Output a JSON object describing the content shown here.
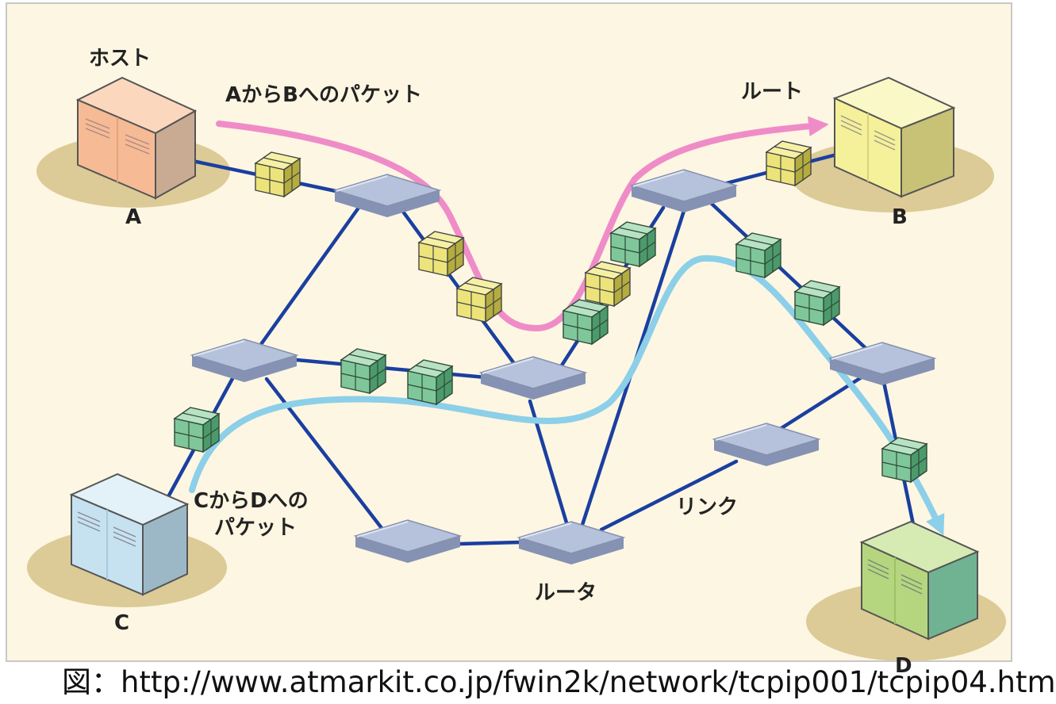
{
  "labels": {
    "host": "ホスト",
    "host_a": "A",
    "host_b": "B",
    "host_c": "C",
    "host_d": "D",
    "packet_ab": "AからBへのパケット",
    "route": "ルート",
    "packet_cd_line1": "CからDへの",
    "packet_cd_line2": "パケット",
    "link": "リンク",
    "router": "ルータ"
  },
  "caption": "図：http://www.atmarkit.co.jp/fwin2k/network/tcpip001/tcpip04.htm",
  "colors": {
    "background": "#fdf6e2",
    "frame": "#c8c8c8",
    "link": "#1a3fa0",
    "route_ab": "#ef8cc8",
    "route_cd": "#8ccfe8",
    "host_a": "#f6bb94",
    "host_b": "#f5f09a",
    "host_c": "#c6e2f0",
    "host_d": "#b5d67e",
    "host_shadow": "#dccb96",
    "router": "#b6c2dc",
    "packet_ab": "#ece47a",
    "packet_cd": "#7fc79a"
  }
}
